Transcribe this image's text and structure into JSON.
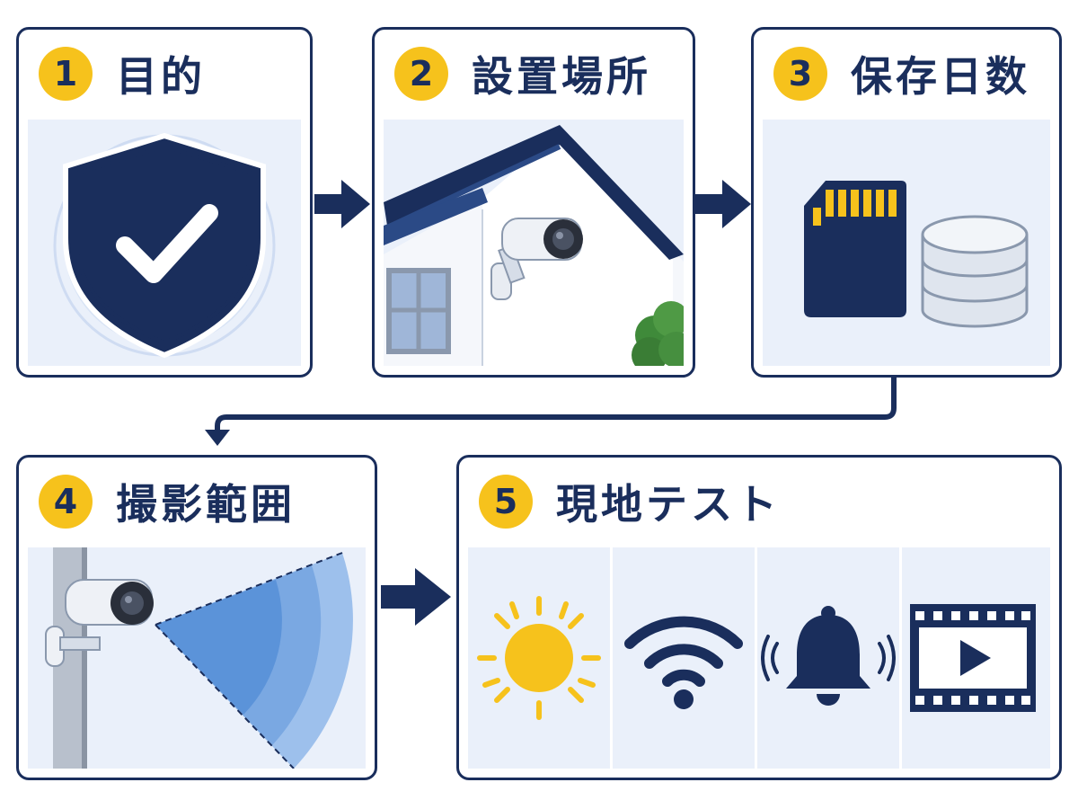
{
  "steps": [
    {
      "number": "1",
      "title": "目的"
    },
    {
      "number": "2",
      "title": "設置場所"
    },
    {
      "number": "3",
      "title": "保存日数"
    },
    {
      "number": "4",
      "title": "撮影範囲"
    },
    {
      "number": "5",
      "title": "現地テスト"
    }
  ],
  "icons": {
    "step1": "shield-check-icon",
    "step2": "house-with-camera-icon",
    "step3": [
      "sd-card-icon",
      "database-icon"
    ],
    "step4": "camera-coverage-icon",
    "step5": [
      "sun-icon",
      "wifi-icon",
      "bell-icon",
      "video-icon"
    ]
  },
  "colors": {
    "navy": "#1a2e5c",
    "badge_yellow": "#f6c21c",
    "panel_bg": "#eaf0fa",
    "coverage_blue": "#5b93d9"
  }
}
